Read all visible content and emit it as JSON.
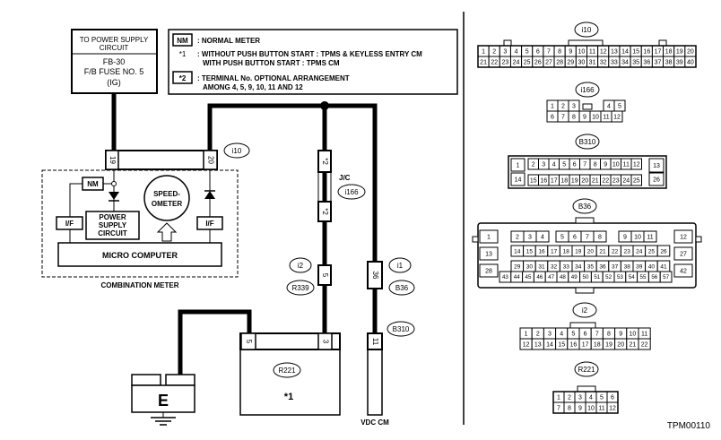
{
  "supply": {
    "title_1": "TO POWER SUPPLY",
    "title_2": "CIRCUIT",
    "fuse_1": "FB-30",
    "fuse_2": "F/B FUSE NO. 5",
    "fuse_3": "(IG)"
  },
  "legend": {
    "nm_key": "NM",
    "nm_text": ": NORMAL METER",
    "star1_key": "*1",
    "star1_line1": ": WITHOUT PUSH BUTTON START : TPMS & KEYLESS ENTRY CM",
    "star1_line2": "WITH PUSH BUTTON START : TPMS CM",
    "star2_key": "*2",
    "star2_line1": ": TERMINAL No. OPTIONAL ARRANGEMENT",
    "star2_line2": "AMONG 4, 5, 9, 10, 11 AND 12"
  },
  "meter": {
    "pin_19": "19",
    "pin_20": "20",
    "conn_i10": "i10",
    "nm_label": "NM",
    "power_supply_1": "POWER",
    "power_supply_2": "SUPPLY",
    "power_supply_3": "CIRCUIT",
    "speedo_1": "SPEED-",
    "speedo_2": "OMETER",
    "if_left": "I/F",
    "if_right": "I/F",
    "micro": "MICRO COMPUTER",
    "caption": "COMBINATION METER"
  },
  "jc": {
    "label": "J/C",
    "conn": "i166",
    "pin_top": "*2",
    "pin_bottom": "*2"
  },
  "wires": {
    "i2": "i2",
    "r339": "R339",
    "pin_5": "5",
    "i1": "i1",
    "b36": "B36",
    "pin_36": "36",
    "b310": "B310",
    "pin_11": "11"
  },
  "module": {
    "pin_5": "5",
    "pin_3": "3",
    "conn": "R221",
    "note": "*1"
  },
  "ground": {
    "label": "E"
  },
  "vdc": {
    "label": "VDC CM"
  },
  "connectors": {
    "i10": {
      "name": "i10",
      "row1": [
        "1",
        "2",
        "3",
        "4",
        "5",
        "6",
        "7",
        "8",
        "9",
        "10",
        "11",
        "12",
        "13",
        "14",
        "15",
        "16",
        "17",
        "18",
        "19",
        "20"
      ],
      "row2": [
        "21",
        "22",
        "23",
        "24",
        "25",
        "26",
        "27",
        "28",
        "29",
        "30",
        "31",
        "32",
        "33",
        "34",
        "35",
        "36",
        "37",
        "38",
        "39",
        "40"
      ]
    },
    "i166": {
      "name": "i166",
      "row1": [
        "1",
        "2",
        "3",
        "4",
        "5"
      ],
      "row2": [
        "6",
        "7",
        "8",
        "9",
        "10",
        "11",
        "12"
      ]
    },
    "b310": {
      "name": "B310",
      "left_top": "1",
      "left_bottom": "14",
      "row1": [
        "2",
        "3",
        "4",
        "5",
        "6",
        "7",
        "8",
        "9",
        "10",
        "11",
        "12"
      ],
      "row2": [
        "15",
        "16",
        "17",
        "18",
        "19",
        "20",
        "21",
        "22",
        "23",
        "24",
        "25"
      ],
      "right_top": "13",
      "right_bottom": "26"
    },
    "b36": {
      "name": "B36",
      "left": [
        "1",
        "13",
        "28"
      ],
      "right": [
        "12",
        "27",
        "42"
      ],
      "g1": [
        "2",
        "3",
        "4"
      ],
      "g2": [
        "5",
        "6",
        "7",
        "8"
      ],
      "g3": [
        "9",
        "10",
        "11"
      ],
      "r2": [
        "14",
        "15",
        "16",
        "17",
        "18",
        "19",
        "20",
        "21",
        "22",
        "23",
        "24",
        "25",
        "26"
      ],
      "r3": [
        "29",
        "30",
        "31",
        "32",
        "33",
        "34",
        "35",
        "36",
        "37",
        "38",
        "39",
        "40",
        "41"
      ],
      "r4": [
        "43",
        "44",
        "45",
        "46",
        "47",
        "48",
        "49",
        "50",
        "51",
        "52",
        "53",
        "54",
        "55",
        "56",
        "57"
      ]
    },
    "i2": {
      "name": "i2",
      "row1": [
        "1",
        "2",
        "3",
        "4",
        "5",
        "6",
        "7",
        "8",
        "9",
        "10",
        "11"
      ],
      "row2": [
        "12",
        "13",
        "14",
        "15",
        "16",
        "17",
        "18",
        "19",
        "20",
        "21",
        "22"
      ]
    },
    "r221": {
      "name": "R221",
      "row1": [
        "1",
        "2",
        "3",
        "4",
        "5",
        "6"
      ],
      "row2": [
        "7",
        "8",
        "9",
        "10",
        "11",
        "12"
      ]
    }
  },
  "doc_id": "TPM00110"
}
